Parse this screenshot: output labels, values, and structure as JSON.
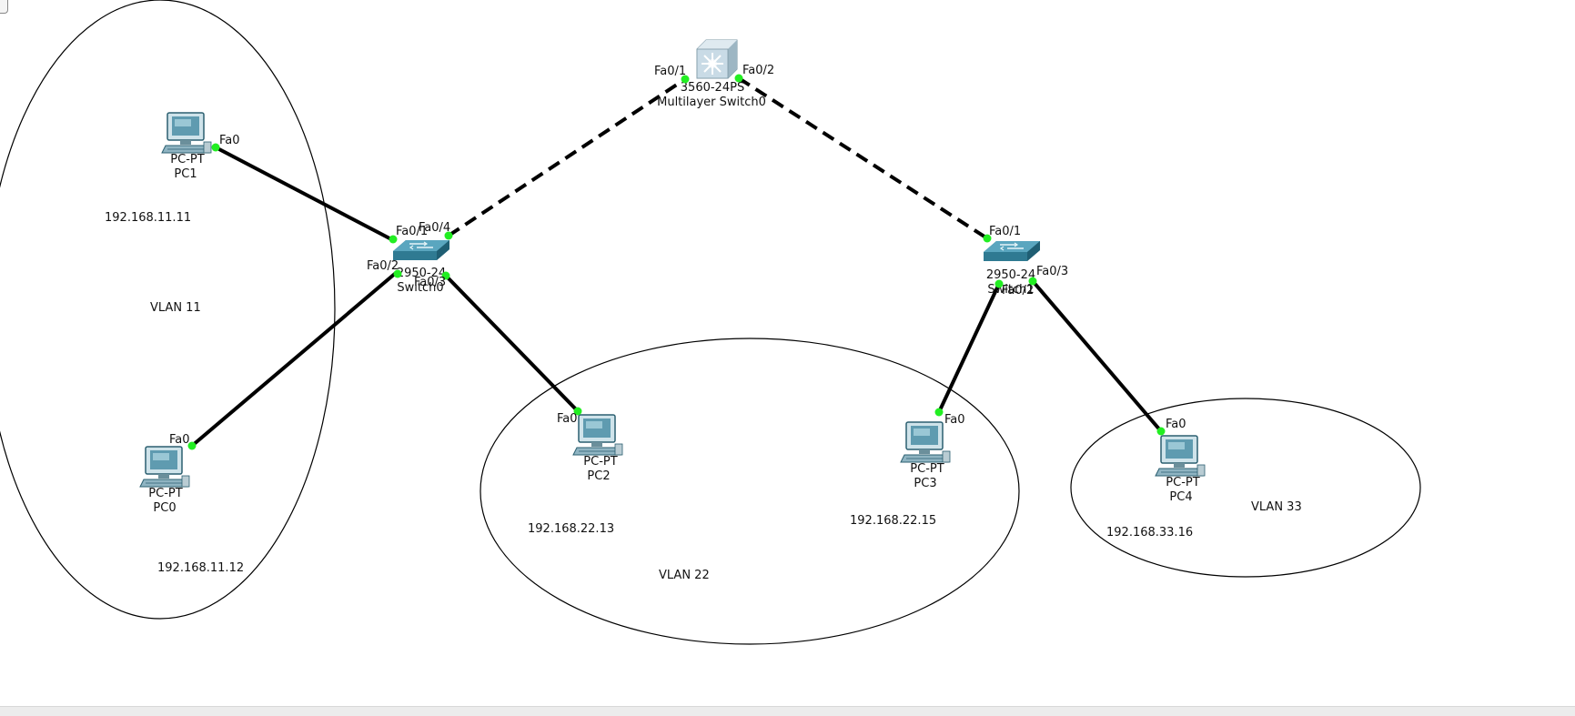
{
  "diagram": {
    "vlans": [
      {
        "id": "vlan11",
        "label": "VLAN 11"
      },
      {
        "id": "vlan22",
        "label": "VLAN 22"
      },
      {
        "id": "vlan33",
        "label": "VLAN 33"
      }
    ],
    "multilayer_switch": {
      "model": "3560-24PS",
      "name": "Multilayer Switch0",
      "ports": [
        "Fa0/1",
        "Fa0/2"
      ]
    },
    "switch0": {
      "model": "2950-24",
      "name": "Switch0",
      "ports": [
        "Fa0/1",
        "Fa0/2",
        "Fa0/3",
        "Fa0/4"
      ]
    },
    "switch1": {
      "model": "2950-24",
      "name": "Switch1",
      "ports": [
        "Fa0/1",
        "Fa0/2",
        "Fa0/3"
      ]
    },
    "pcs": [
      {
        "id": "pc1",
        "type": "PC-PT",
        "name": "PC1",
        "port": "Fa0",
        "ip": "192.168.11.11"
      },
      {
        "id": "pc0",
        "type": "PC-PT",
        "name": "PC0",
        "port": "Fa0",
        "ip": "192.168.11.12"
      },
      {
        "id": "pc2",
        "type": "PC-PT",
        "name": "PC2",
        "port": "Fa0",
        "ip": "192.168.22.13"
      },
      {
        "id": "pc3",
        "type": "PC-PT",
        "name": "PC3",
        "port": "Fa0",
        "ip": "192.168.22.15"
      },
      {
        "id": "pc4",
        "type": "PC-PT",
        "name": "PC4",
        "port": "Fa0",
        "ip": "192.168.33.16"
      }
    ],
    "links": [
      {
        "from": "PC1 Fa0",
        "to": "Switch0 Fa0/1",
        "style": "straight-through"
      },
      {
        "from": "PC0 Fa0",
        "to": "Switch0 Fa0/2",
        "style": "straight-through"
      },
      {
        "from": "PC2 Fa0",
        "to": "Switch0 Fa0/3",
        "style": "straight-through"
      },
      {
        "from": "Switch0 Fa0/4",
        "to": "Multilayer Switch0 Fa0/1",
        "style": "crossover"
      },
      {
        "from": "Multilayer Switch0 Fa0/2",
        "to": "Switch1 Fa0/1",
        "style": "crossover"
      },
      {
        "from": "PC3 Fa0",
        "to": "Switch1 Fa0/2",
        "style": "straight-through"
      },
      {
        "from": "PC4 Fa0",
        "to": "Switch1 Fa0/3",
        "style": "straight-through"
      }
    ],
    "colors": {
      "link": "#000000",
      "port_indicator": "#22ee22",
      "switch_body": "#3f8ea6",
      "multilayer_body": "#c9dbe6"
    }
  }
}
